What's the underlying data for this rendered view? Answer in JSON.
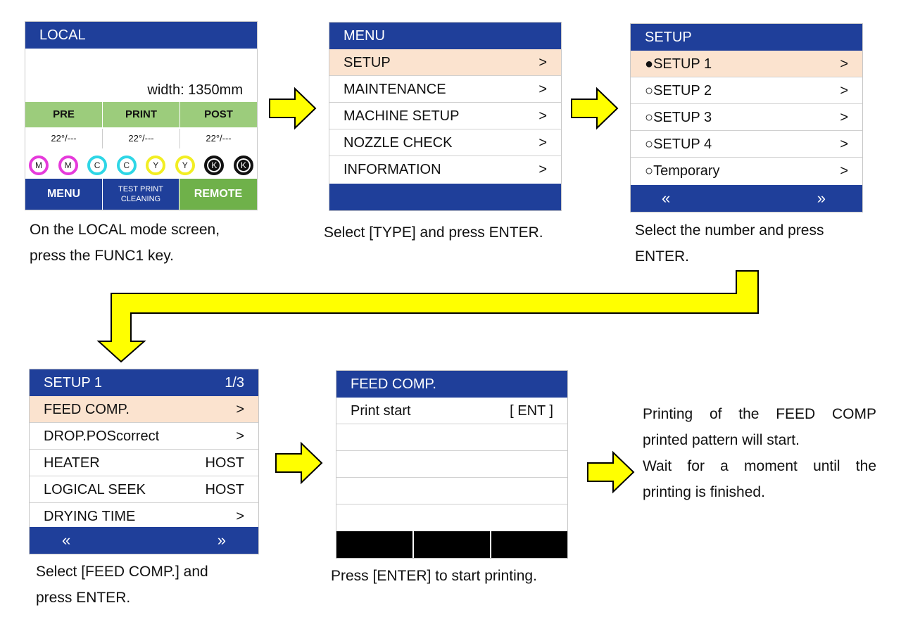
{
  "local": {
    "title": "LOCAL",
    "width_text": "width: 1350mm",
    "heaters": [
      {
        "label": "PRE",
        "temp": "22°/---"
      },
      {
        "label": "PRINT",
        "temp": "22°/---"
      },
      {
        "label": "POST",
        "temp": "22°/---"
      }
    ],
    "inks": [
      {
        "letter": "M",
        "color": "#e63adb"
      },
      {
        "letter": "M",
        "color": "#e63adb"
      },
      {
        "letter": "C",
        "color": "#2ed6e6"
      },
      {
        "letter": "C",
        "color": "#2ed6e6"
      },
      {
        "letter": "Y",
        "color": "#f2ee23"
      },
      {
        "letter": "Y",
        "color": "#f2ee23"
      },
      {
        "letter": "K",
        "color": "#111111"
      },
      {
        "letter": "K",
        "color": "#111111"
      }
    ],
    "buttons": {
      "menu": "MENU",
      "test_print": "TEST PRINT",
      "cleaning": "CLEANING",
      "remote": "REMOTE"
    },
    "caption_line1": "On the LOCAL mode screen,",
    "caption_line2": "press the FUNC1 key."
  },
  "menu": {
    "title": "MENU",
    "items": [
      {
        "label": "SETUP",
        "value": ">"
      },
      {
        "label": "MAINTENANCE",
        "value": ">"
      },
      {
        "label": "MACHINE SETUP",
        "value": ">"
      },
      {
        "label": "NOZZLE CHECK",
        "value": ">"
      },
      {
        "label": "INFORMATION",
        "value": ">"
      }
    ],
    "caption": "Select [TYPE] and press ENTER."
  },
  "setup": {
    "title": "SETUP",
    "items": [
      {
        "label": "●SETUP 1",
        "value": ">"
      },
      {
        "label": "○SETUP 2",
        "value": ">"
      },
      {
        "label": "○SETUP 3",
        "value": ">"
      },
      {
        "label": "○SETUP 4",
        "value": ">"
      },
      {
        "label": "○Temporary",
        "value": ">"
      }
    ],
    "prev": "«",
    "next": "»",
    "caption_line1": "Select the number and press",
    "caption_line2": "ENTER."
  },
  "setup1": {
    "title": "SETUP 1",
    "page": "1/3",
    "items": [
      {
        "label": "FEED COMP.",
        "value": ">"
      },
      {
        "label": "DROP.POScorrect",
        "value": ">"
      },
      {
        "label": "HEATER",
        "value": "HOST"
      },
      {
        "label": "LOGICAL SEEK",
        "value": "HOST"
      },
      {
        "label": "DRYING TIME",
        "value": ">"
      }
    ],
    "prev": "«",
    "next": "»",
    "caption_line1": "Select [FEED COMP.] and",
    "caption_line2": "press ENTER."
  },
  "feed": {
    "title": "FEED COMP.",
    "row_label": "Print start",
    "row_value": "[ ENT ]",
    "caption": "Press [ENTER] to start printing."
  },
  "final_note": {
    "line1": "Printing of the FEED COMP",
    "line2": "printed pattern will start.",
    "line3": "Wait for a moment until the",
    "line4": "printing is finished."
  },
  "colors": {
    "header_blue": "#1f3f9a",
    "heater_green": "#9ccc7c",
    "remote_green": "#6fb14a",
    "highlight": "#fbe3cf",
    "arrow_yellow": "#ffff00"
  }
}
